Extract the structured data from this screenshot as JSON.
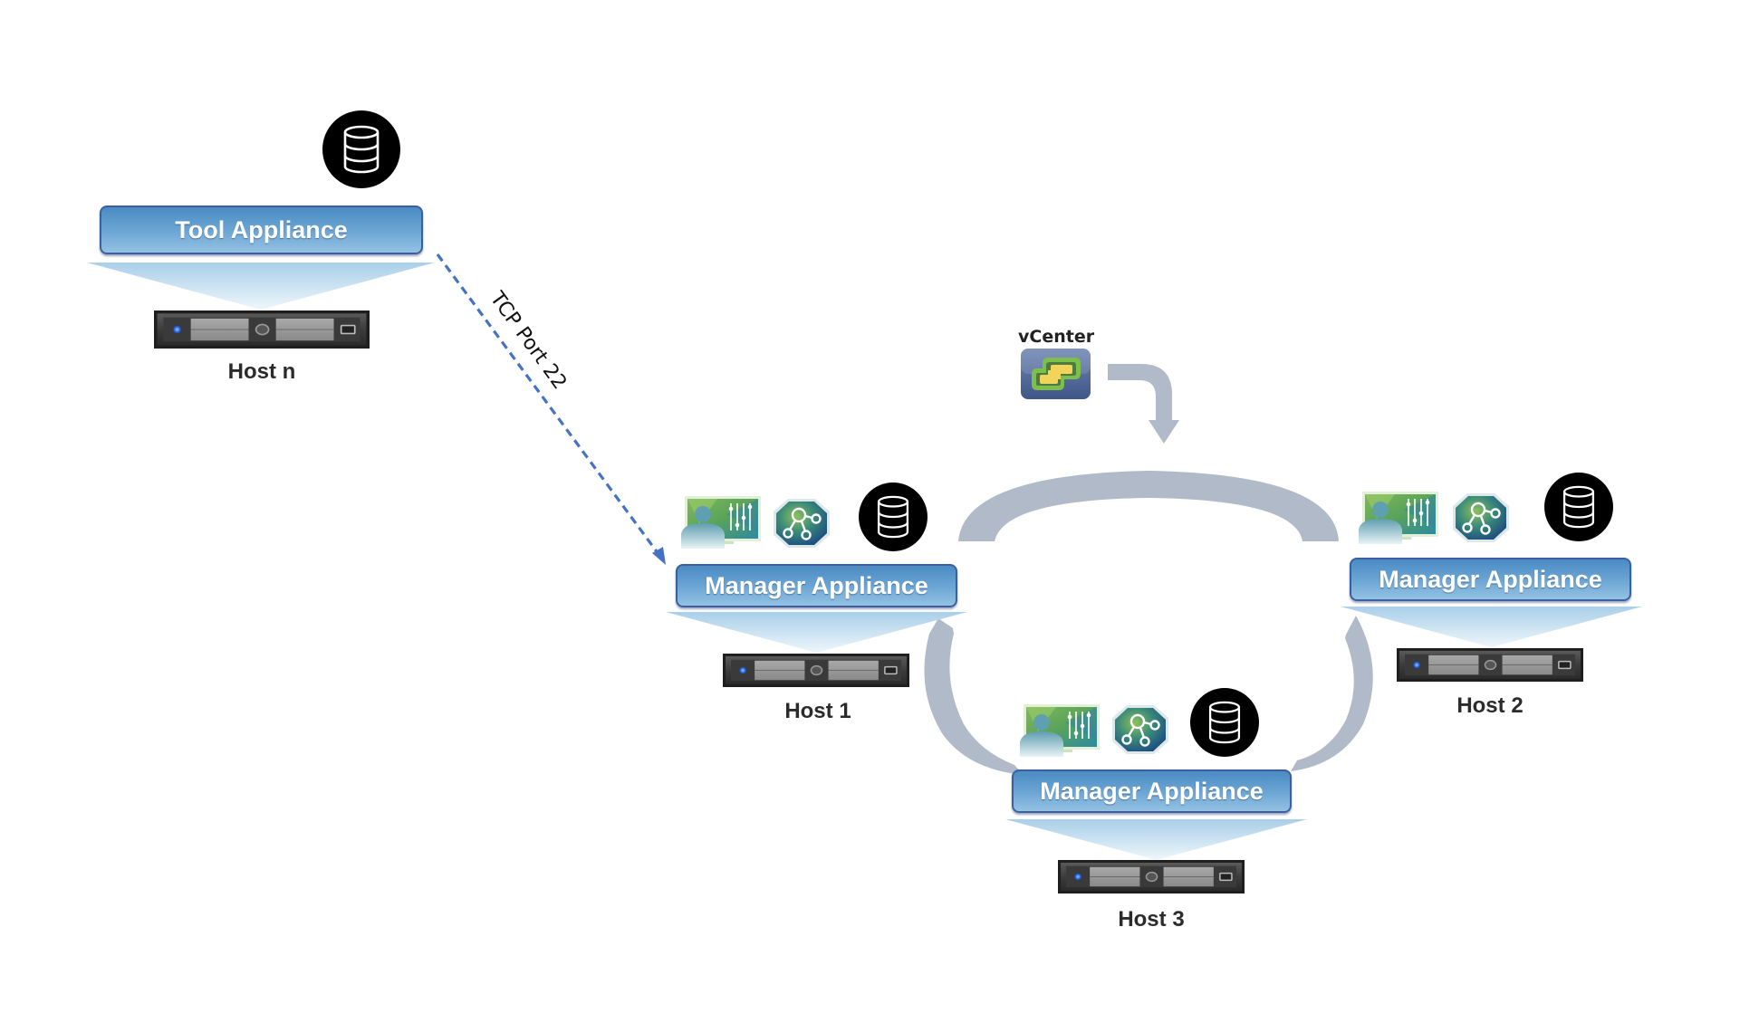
{
  "diagram": {
    "tool_node": {
      "appliance_label": "Tool Appliance",
      "host_label": "Host n",
      "icons": [
        "database-icon",
        "server-icon"
      ]
    },
    "connection": {
      "label": "TCP Port 22",
      "style": "dashed-arrow",
      "from": "Tool Appliance",
      "to": "Manager Appliance (Host 1)",
      "color": "#4472c4"
    },
    "vcenter": {
      "label": "vCenter",
      "icon": "vcenter-icon"
    },
    "manager_nodes": [
      {
        "appliance_label": "Manager Appliance",
        "host_label": "Host 1",
        "icons": [
          "monitor-user-icon",
          "network-globe-icon",
          "database-icon",
          "server-icon"
        ]
      },
      {
        "appliance_label": "Manager Appliance",
        "host_label": "Host 2",
        "icons": [
          "monitor-user-icon",
          "network-globe-icon",
          "database-icon",
          "server-icon"
        ]
      },
      {
        "appliance_label": "Manager Appliance",
        "host_label": "Host 3",
        "icons": [
          "monitor-user-icon",
          "network-globe-icon",
          "database-icon",
          "server-icon"
        ]
      }
    ],
    "colors": {
      "appliance_top": "#4a8bc3",
      "appliance_bottom": "#93c2e3",
      "appliance_border": "#3b5f9f",
      "cluster_arc": "#b1bac8",
      "dashed_arrow": "#4472c4"
    }
  }
}
